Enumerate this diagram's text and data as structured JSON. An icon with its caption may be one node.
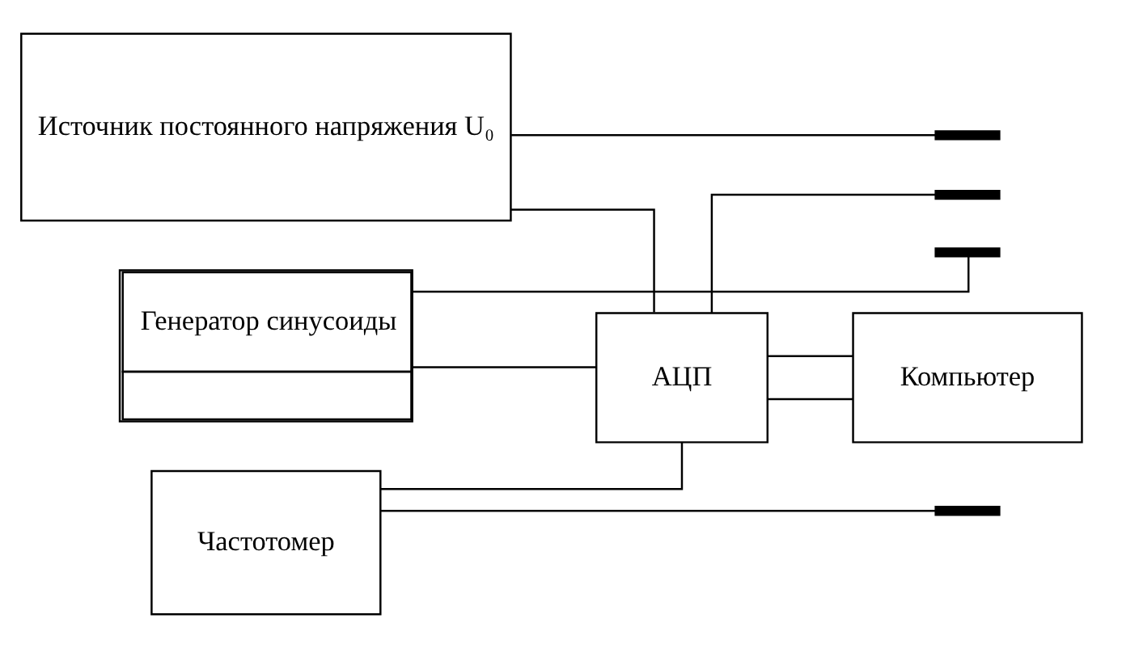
{
  "diagram": {
    "nodes": [
      {
        "text": [
          "Источник постоянного напряжения U₀"
        ]
      },
      {
        "text": [
          "Генератор синусоиды"
        ]
      },
      {
        "text": [
          "Частотомер"
        ]
      },
      {
        "text": [
          "АЦП"
        ]
      },
      {
        "text": [
          "Компьютер"
        ]
      },
      {
        "text": [],
        "shape": "bar"
      },
      {
        "text": [],
        "shape": "bar"
      },
      {
        "text": [],
        "shape": "bar"
      },
      {
        "text": [],
        "shape": "bar"
      }
    ],
    "edges": [
      {
        "from": 0,
        "to": 3,
        "arrow": "none"
      },
      {
        "from": 1,
        "to": 3,
        "arrow": "none"
      },
      {
        "from": 2,
        "to": 3,
        "arrow": "none"
      },
      {
        "from": 3,
        "to": 4,
        "arrow": "none"
      },
      {
        "from": 3,
        "to": 4,
        "arrow": "none"
      },
      {
        "from": 0,
        "to": 5,
        "arrow": "none"
      },
      {
        "from": 3,
        "to": 6,
        "arrow": "none"
      },
      {
        "from": 1,
        "to": 7,
        "arrow": "none"
      },
      {
        "from": 2,
        "to": 8,
        "arrow": "none"
      }
    ]
  }
}
